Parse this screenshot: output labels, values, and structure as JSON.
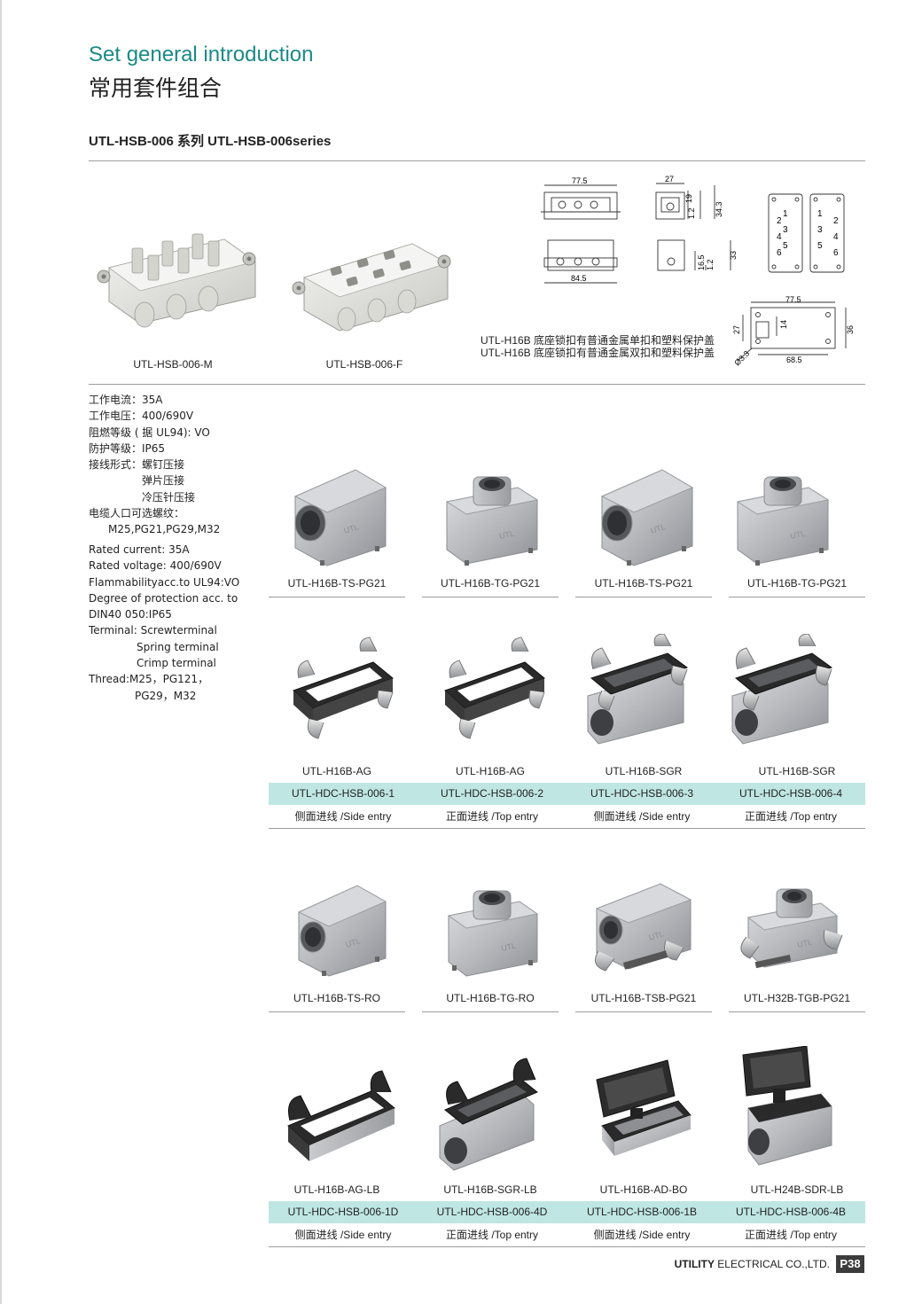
{
  "header": {
    "title_en": "Set general introduction",
    "title_cn": "常用套件组合",
    "series": "UTL-HSB-006 系列 UTL-HSB-006series"
  },
  "inserts": [
    {
      "label": "UTL-HSB-006-M"
    },
    {
      "label": "UTL-HSB-006-F"
    }
  ],
  "drawing": {
    "dims": {
      "d775": "77.5",
      "d27": "27",
      "d19": "19",
      "d12a": "1.2",
      "d343": "34.3",
      "d845": "84.5",
      "d165": "16.5",
      "d12b": "1.2",
      "d33": "33",
      "d775b": "77.5",
      "d27b": "27",
      "d14": "14",
      "d36": "36",
      "d33dia": "Ø3.3",
      "d685": "68.5"
    },
    "pins_left": [
      "1",
      "3",
      "5"
    ],
    "pins_left_b": [
      "2",
      "4",
      "6"
    ],
    "pins_right": [
      "1",
      "3",
      "5"
    ],
    "pins_right_b": [
      "2",
      "4",
      "6"
    ],
    "notes": [
      "UTL-H16B 底座锁扣有普通金属单扣和塑料保护盖",
      "UTL-H16B 底座锁扣有普通金属双扣和塑料保护盖"
    ]
  },
  "specs": {
    "cn": [
      "工作电流：35A",
      "工作电压：400/690V",
      "阻燃等级 ( 据 UL94): VO",
      "防护等级：IP65",
      "接线形式：螺钉压接",
      "弹片压接",
      "冷压针压接",
      "电缆人口可选螺纹：",
      "M25,PG21,PG29,M32"
    ],
    "en": [
      "Rated current: 35A",
      "Rated voltage: 400/690V",
      "Flammabilityacc.to UL94:VO",
      "Degree of protection acc. to",
      "DIN40 050:IP65",
      "Terminal: Screwterminal",
      "Spring terminal",
      "Crimp terminal",
      "Thread:M25，PG121，",
      "PG29，M32"
    ]
  },
  "row1": [
    "UTL-H16B-TS-PG21",
    "UTL-H16B-TG-PG21",
    "UTL-H16B-TS-PG21",
    "UTL-H16B-TG-PG21"
  ],
  "row2": [
    "UTL-H16B-AG",
    "UTL-H16B-AG",
    "UTL-H16B-SGR",
    "UTL-H16B-SGR"
  ],
  "table1": {
    "codes": [
      "UTL-HDC-HSB-006-1",
      "UTL-HDC-HSB-006-2",
      "UTL-HDC-HSB-006-3",
      "UTL-HDC-HSB-006-4"
    ],
    "entries": [
      "侧面进线 /Side entry",
      "正面进线 /Top entry",
      "侧面进线 /Side entry",
      "正面进线 /Top entry"
    ]
  },
  "row3": [
    "UTL-H16B-TS-RO",
    "UTL-H16B-TG-RO",
    "UTL-H16B-TSB-PG21",
    "UTL-H32B-TGB-PG21"
  ],
  "row4": [
    "UTL-H16B-AG-LB",
    "UTL-H16B-SGR-LB",
    "UTL-H16B-AD-BO",
    "UTL-H24B-SDR-LB"
  ],
  "table2": {
    "codes": [
      "UTL-HDC-HSB-006-1D",
      "UTL-HDC-HSB-006-4D",
      "UTL-HDC-HSB-006-1B",
      "UTL-HDC-HSB-006-4B"
    ],
    "entries": [
      "侧面进线 /Side entry",
      "正面进线 /Top entry",
      "侧面进线 /Side entry",
      "正面进线 /Top entry"
    ]
  },
  "footer": {
    "brand_bold": "UTILITY",
    "brand_rest": " ELECTRICAL CO.,LTD.",
    "page": "P38"
  },
  "colors": {
    "accent": "#1a8a86",
    "table_highlight": "#bfe6e3",
    "housing_gray": "#b9bbbf",
    "frame_black": "#2a2a2a"
  },
  "logo_text": "UTL"
}
